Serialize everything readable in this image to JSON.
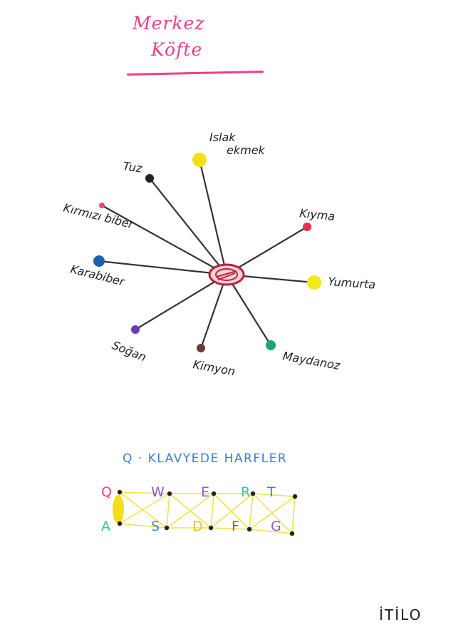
{
  "title": {
    "line1": "Merkez",
    "line2": "Köfte"
  },
  "diagram": {
    "center_label": "",
    "nodes": [
      {
        "label": "Islak",
        "label2": "ekmek",
        "color": "#f2df1a"
      },
      {
        "label": "Tuz",
        "color": "#222222"
      },
      {
        "label": "Kırmızı biber",
        "color": "#e8457a"
      },
      {
        "label": "Karabiber",
        "color": "#1f5fb0"
      },
      {
        "label": "Soğan",
        "color": "#6a3bb5"
      },
      {
        "label": "Kimyon",
        "color": "#6b3a3a"
      },
      {
        "label": "Maydanoz",
        "color": "#19a86b"
      },
      {
        "label": "Yumurta",
        "color": "#f2e81a"
      },
      {
        "label": "Kıyma",
        "color": "#e8304f"
      }
    ]
  },
  "keyboard": {
    "title": "Q · KLAVYEDE HARFLER",
    "row1": [
      {
        "letter": "Q",
        "color": "#ee3f82"
      },
      {
        "letter": "W",
        "color": "#8a5cc4"
      },
      {
        "letter": "E",
        "color": "#8a5cc4"
      },
      {
        "letter": "R",
        "color": "#3cc48e"
      },
      {
        "letter": "T",
        "color": "#3a7fd0"
      }
    ],
    "row2": [
      {
        "letter": "A",
        "color": "#3cc48e"
      },
      {
        "letter": "S",
        "color": "#3a8fd8"
      },
      {
        "letter": "D",
        "color": "#e8c21a"
      },
      {
        "letter": "F",
        "color": "#b04a4a"
      },
      {
        "letter": "G",
        "color": "#8a5cc4"
      }
    ]
  },
  "signature": "İTİLO"
}
